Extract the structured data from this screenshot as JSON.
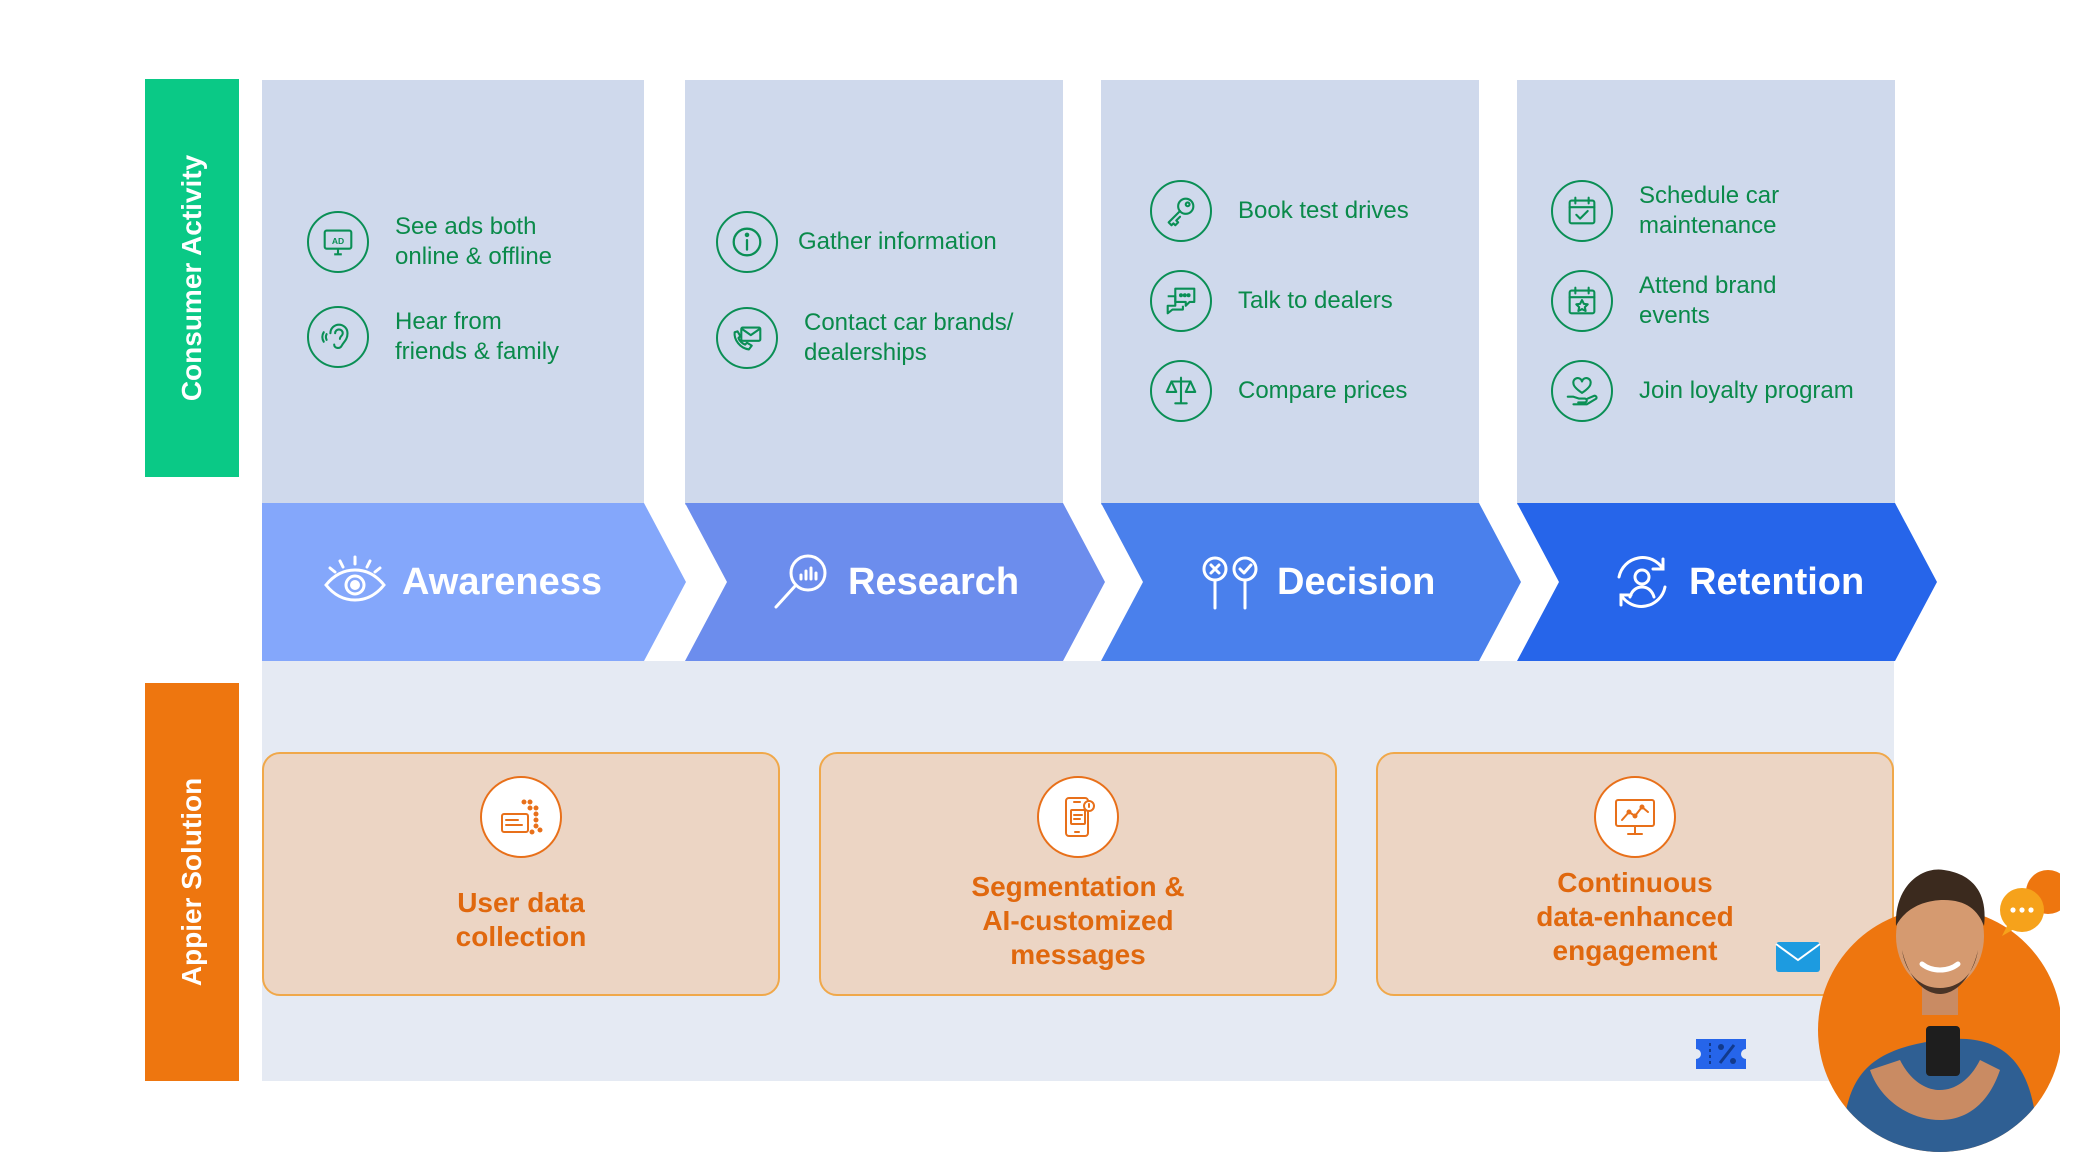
{
  "side_labels": {
    "consumer": "Consumer Activity",
    "appier": "Appier  Solution"
  },
  "colors": {
    "consumer_label": "#0ac986",
    "appier_label": "#ee760f",
    "panel_bg": "#cfd9ec",
    "item_text": "#0a8a4a",
    "awareness": "#84a7fb",
    "research": "#6c8ded",
    "decision": "#4a80ec",
    "retention": "#2665ea",
    "solution_text": "#e0680e",
    "solution_border": "#f0a84a"
  },
  "activities": [
    {
      "stage": "awareness",
      "items": [
        {
          "icon": "ad-screen-icon",
          "text": "See ads both\nonline & offline"
        },
        {
          "icon": "ear-icon",
          "text": "Hear from\nfriends & family"
        }
      ]
    },
    {
      "stage": "research",
      "items": [
        {
          "icon": "info-icon",
          "text": "Gather information"
        },
        {
          "icon": "phone-mail-icon",
          "text": "Contact car brands/\ndealerships"
        }
      ]
    },
    {
      "stage": "decision",
      "items": [
        {
          "icon": "key-icon",
          "text": "Book test drives"
        },
        {
          "icon": "chat-bubbles-icon",
          "text": "Talk to dealers"
        },
        {
          "icon": "scale-icon",
          "text": "Compare prices"
        }
      ]
    },
    {
      "stage": "retention",
      "items": [
        {
          "icon": "calendar-check-icon",
          "text": "Schedule car\nmaintenance"
        },
        {
          "icon": "calendar-star-icon",
          "text": "Attend brand\nevents"
        },
        {
          "icon": "heart-hand-icon",
          "text": "Join loyalty program"
        }
      ]
    }
  ],
  "stages": [
    {
      "label": "Awareness",
      "icon": "eye-icon"
    },
    {
      "label": "Research",
      "icon": "magnifier-chart-icon"
    },
    {
      "label": "Decision",
      "icon": "choice-pins-icon"
    },
    {
      "label": "Retention",
      "icon": "user-cycle-icon"
    }
  ],
  "solutions": [
    {
      "icon": "data-collection-icon",
      "text": "User data\ncollection"
    },
    {
      "icon": "phone-message-icon",
      "text": "Segmentation &\nAI-customized\nmessages"
    },
    {
      "icon": "monitor-chart-icon",
      "text": "Continuous\ndata-enhanced\nengagement"
    }
  ],
  "decor": [
    "envelope-icon",
    "chat-bubbles-icon",
    "coupon-icon",
    "person-with-phone"
  ]
}
